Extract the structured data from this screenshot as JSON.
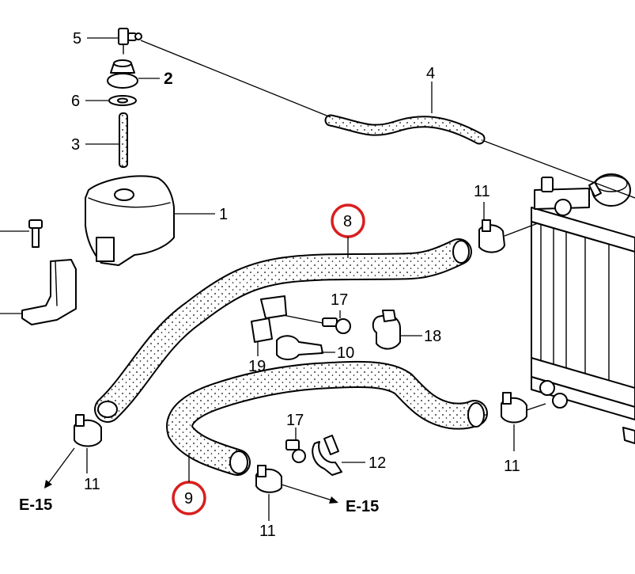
{
  "labels": {
    "p1": "1",
    "p2": "2",
    "p3": "3",
    "p4": "4",
    "p5": "5",
    "p6": "6",
    "p8": "8",
    "p9": "9",
    "p10": "10",
    "p11_a": "11",
    "p11_b": "11",
    "p11_c": "11",
    "p11_d": "11",
    "p12": "12",
    "p17_a": "17",
    "p17_b": "17",
    "p18": "18",
    "p19": "19"
  },
  "references": {
    "left": "E-15",
    "bottom": "E-15"
  },
  "highlight_color": "#d91e1e"
}
